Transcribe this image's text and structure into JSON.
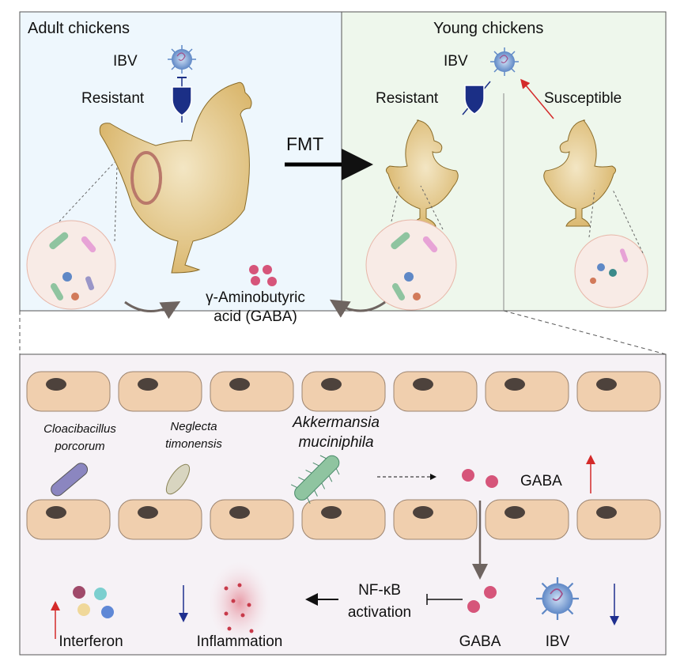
{
  "top": {
    "adult": {
      "title": "Adult chickens",
      "ibv": "IBV",
      "resistant": "Resistant"
    },
    "fmt": "FMT",
    "young": {
      "title": "Young chickens",
      "ibv": "IBV",
      "resistant": "Resistant",
      "susceptible": "Susceptible"
    },
    "gaba_line1": "γ-Aminobutyric",
    "gaba_line2": "acid (GABA)"
  },
  "bottom": {
    "species": [
      {
        "line1": "Cloacibacillus",
        "line2": "porcorum"
      },
      {
        "line1": "Neglecta",
        "line2": "timonensis"
      },
      {
        "line1": "Akkermansia",
        "line2": "muciniphila"
      }
    ],
    "gaba_top": "GABA",
    "nfkb_line1": "NF-κB",
    "nfkb_line2": "activation",
    "labels": {
      "interferon": "Interferon",
      "inflammation": "Inflammation",
      "gaba": "GABA",
      "ibv": "IBV"
    }
  },
  "colors": {
    "adult_bg": "#eef7fd",
    "young_bg": "#eef7ec",
    "bottom_bg": "#f6f2f6",
    "cell": "#f0cfae",
    "gaba": "#d6557a",
    "up": "#d42a2a",
    "down": "#1f2f8f",
    "shield": "#1b2f86"
  }
}
